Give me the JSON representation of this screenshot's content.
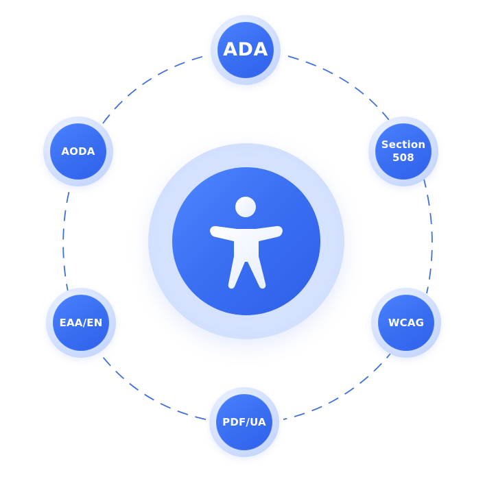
{
  "center": {
    "icon": "accessibility-person-icon"
  },
  "nodes": {
    "ada": "ADA",
    "aoda": "AODA",
    "section508_line1": "Section",
    "section508_line2": "508",
    "eaa": "EAA/EN",
    "wcag": "WCAG",
    "pdfua": "PDF/UA"
  },
  "colors": {
    "accent": "#3b70f3",
    "ring_dash": "#3f6fd8",
    "node_halo": "#d3e0ff",
    "text": "#ffffff"
  }
}
